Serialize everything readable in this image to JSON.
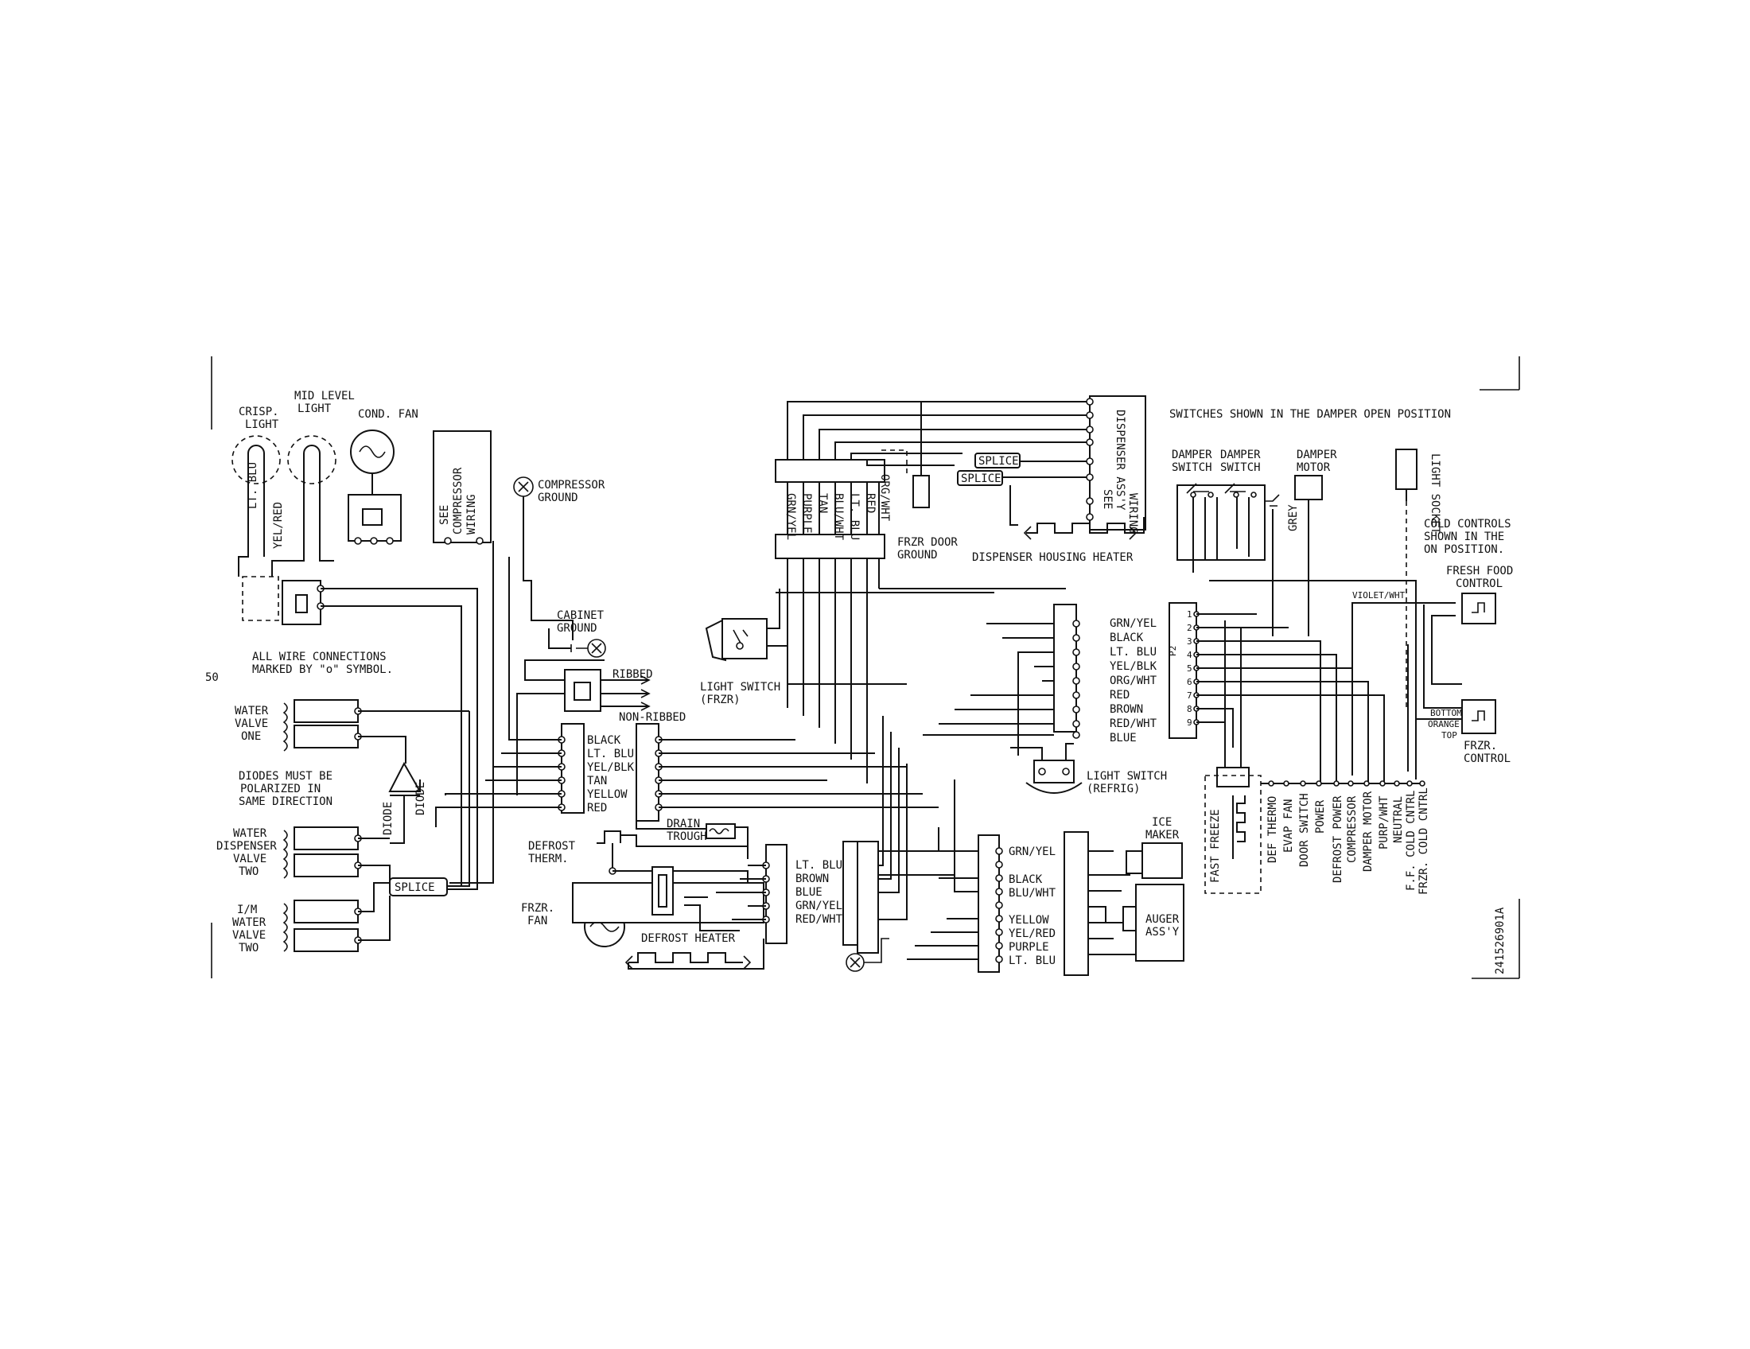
{
  "notes": {
    "switches_shown": "SWITCHES SHOWN IN THE DAMPER OPEN POSITION",
    "cold_controls": [
      "COLD CONTROLS",
      "SHOWN IN THE",
      "ON POSITION."
    ],
    "wire_connections": [
      "ALL WIRE CONNECTIONS",
      "MARKED BY \"o\" SYMBOL."
    ],
    "diodes": [
      "DIODES MUST BE",
      "POLARIZED IN",
      "SAME DIRECTION"
    ],
    "part_number": "241526901A",
    "edge_mark": "50"
  },
  "components": {
    "crisp_light": [
      "CRISP.",
      "LIGHT"
    ],
    "mid_level_light": [
      "MID LEVEL",
      "LIGHT"
    ],
    "cond_fan": "COND. FAN",
    "see_compressor": [
      "SEE",
      "COMPRESSOR",
      "WIRING"
    ],
    "compressor_ground": [
      "COMPRESSOR",
      "GROUND"
    ],
    "cabinet_ground": [
      "CABINET",
      "GROUND"
    ],
    "ribbed": "RIBBED",
    "non_ribbed": "NON-RIBBED",
    "water_valve_one": [
      "WATER",
      "VALVE",
      "ONE"
    ],
    "water_dispenser_valve": [
      "WATER",
      "DISPENSER",
      "VALVE",
      "TWO"
    ],
    "im_water_valve": [
      "I/M",
      "WATER",
      "VALVE",
      "TWO"
    ],
    "diode": "DIODE",
    "splice": "SPLICE",
    "light_switch_frzr": [
      "LIGHT SWITCH",
      "(FRZR)"
    ],
    "light_switch_refrig": [
      "LIGHT SWITCH",
      "(REFRIG)"
    ],
    "frzr_door_ground": [
      "FRZR DOOR",
      "GROUND"
    ],
    "dispenser_housing_heater": "DISPENSER HOUSING HEATER",
    "see_dispenser": [
      "SEE",
      "DISPENSER ASS'Y",
      "WIRING"
    ],
    "drain_trough": [
      "DRAIN",
      "TROUGH"
    ],
    "defrost_therm": [
      "DEFROST",
      "THERM."
    ],
    "frzr_fan": [
      "FRZR.",
      "FAN"
    ],
    "defrost_heater": "DEFROST HEATER",
    "ice_maker": [
      "ICE",
      "MAKER"
    ],
    "auger_assy": [
      "AUGER",
      "ASS'Y"
    ],
    "damper_switch": [
      "DAMPER",
      "SWITCH"
    ],
    "damper_motor": [
      "DAMPER",
      "MOTOR"
    ],
    "light_socket": "LIGHT SOCKET",
    "fresh_food_control": [
      "FRESH FOOD",
      "CONTROL"
    ],
    "frzr_control": [
      "FRZR.",
      "CONTROL"
    ],
    "violet_wht": "VIOLET/WHT",
    "bottom": "BOTTOM",
    "orange": "ORANGE",
    "top": "TOP",
    "grey": "GREY",
    "fast_freeze": "FAST FREEZE",
    "p2": "P2",
    "lt_blu_wire": "LT. BLU",
    "yel_red_wire": "YEL/RED"
  },
  "wire_labels": {
    "top_harness": [
      "GRN/YEL",
      "PURPLE",
      "TAN",
      "BLU/WHT",
      "LT. BLU",
      "RED",
      "ORG/WHT"
    ],
    "right_connector": [
      "GRN/YEL",
      "BLACK",
      "LT. BLU",
      "YEL/BLK",
      "ORG/WHT",
      "RED",
      "BROWN",
      "RED/WHT",
      "BLUE"
    ],
    "left_connector": [
      "BLACK",
      "LT. BLU",
      "YEL/BLK",
      "TAN",
      "YELLOW",
      "RED"
    ],
    "heater_connector": [
      "LT. BLU",
      "BROWN",
      "BLUE",
      "GRN/YEL",
      "RED/WHT"
    ],
    "icemaker_connector": [
      "GRN/YEL",
      "BLACK",
      "BLU/WHT",
      "YELLOW",
      "YEL/RED",
      "PURPLE",
      "LT. BLU"
    ],
    "control_pins": [
      "1",
      "2",
      "3",
      "4",
      "5",
      "6",
      "7",
      "8",
      "9"
    ],
    "control_outputs": [
      "DEF THERMO",
      "EVAP FAN",
      "DOOR SWITCH",
      "POWER",
      "DEFROST POWER",
      "COMPRESSOR",
      "DAMPER MOTOR",
      "PURP/WHT",
      "NEUTRAL",
      "F.F. COLD CNTRL",
      "FRZR. COLD CNTRL"
    ]
  }
}
